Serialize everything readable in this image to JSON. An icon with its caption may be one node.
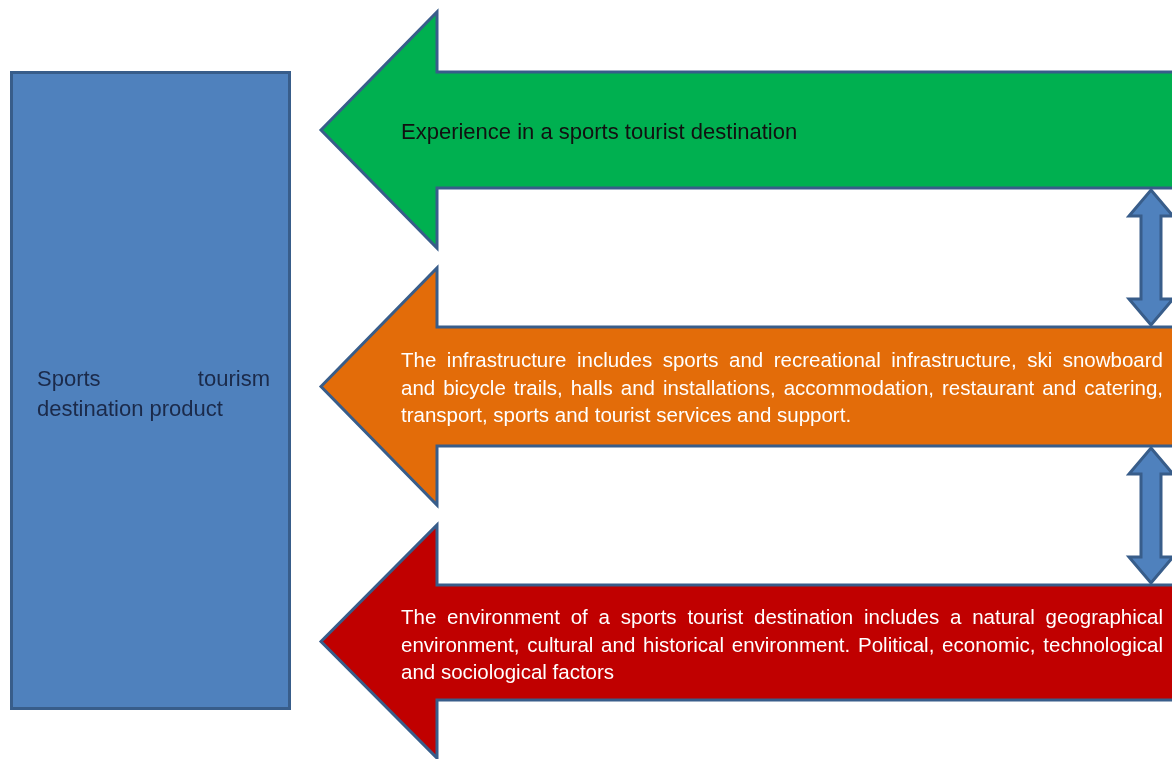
{
  "diagram": {
    "nodes": [
      {
        "text": [
          "Sports tourism destination product"
        ]
      },
      {
        "text": [
          "Experience in a sports tourist destination"
        ]
      },
      {
        "text": [
          "The infrastructure includes sports and recreational infrastructure, ski snowboard and bicycle trails, halls and installations, accommodation, restaurant and catering, transport, sports and tourist services and support."
        ]
      },
      {
        "text": [
          "The environment of a sports tourist destination includes a natural geographical environment, cultural and historical environment. Political, economic, technological and sociological factors"
        ]
      }
    ],
    "edges": [
      {
        "from": 1,
        "to": 2,
        "arrow": "both"
      },
      {
        "from": 2,
        "to": 3,
        "arrow": "both"
      }
    ]
  }
}
